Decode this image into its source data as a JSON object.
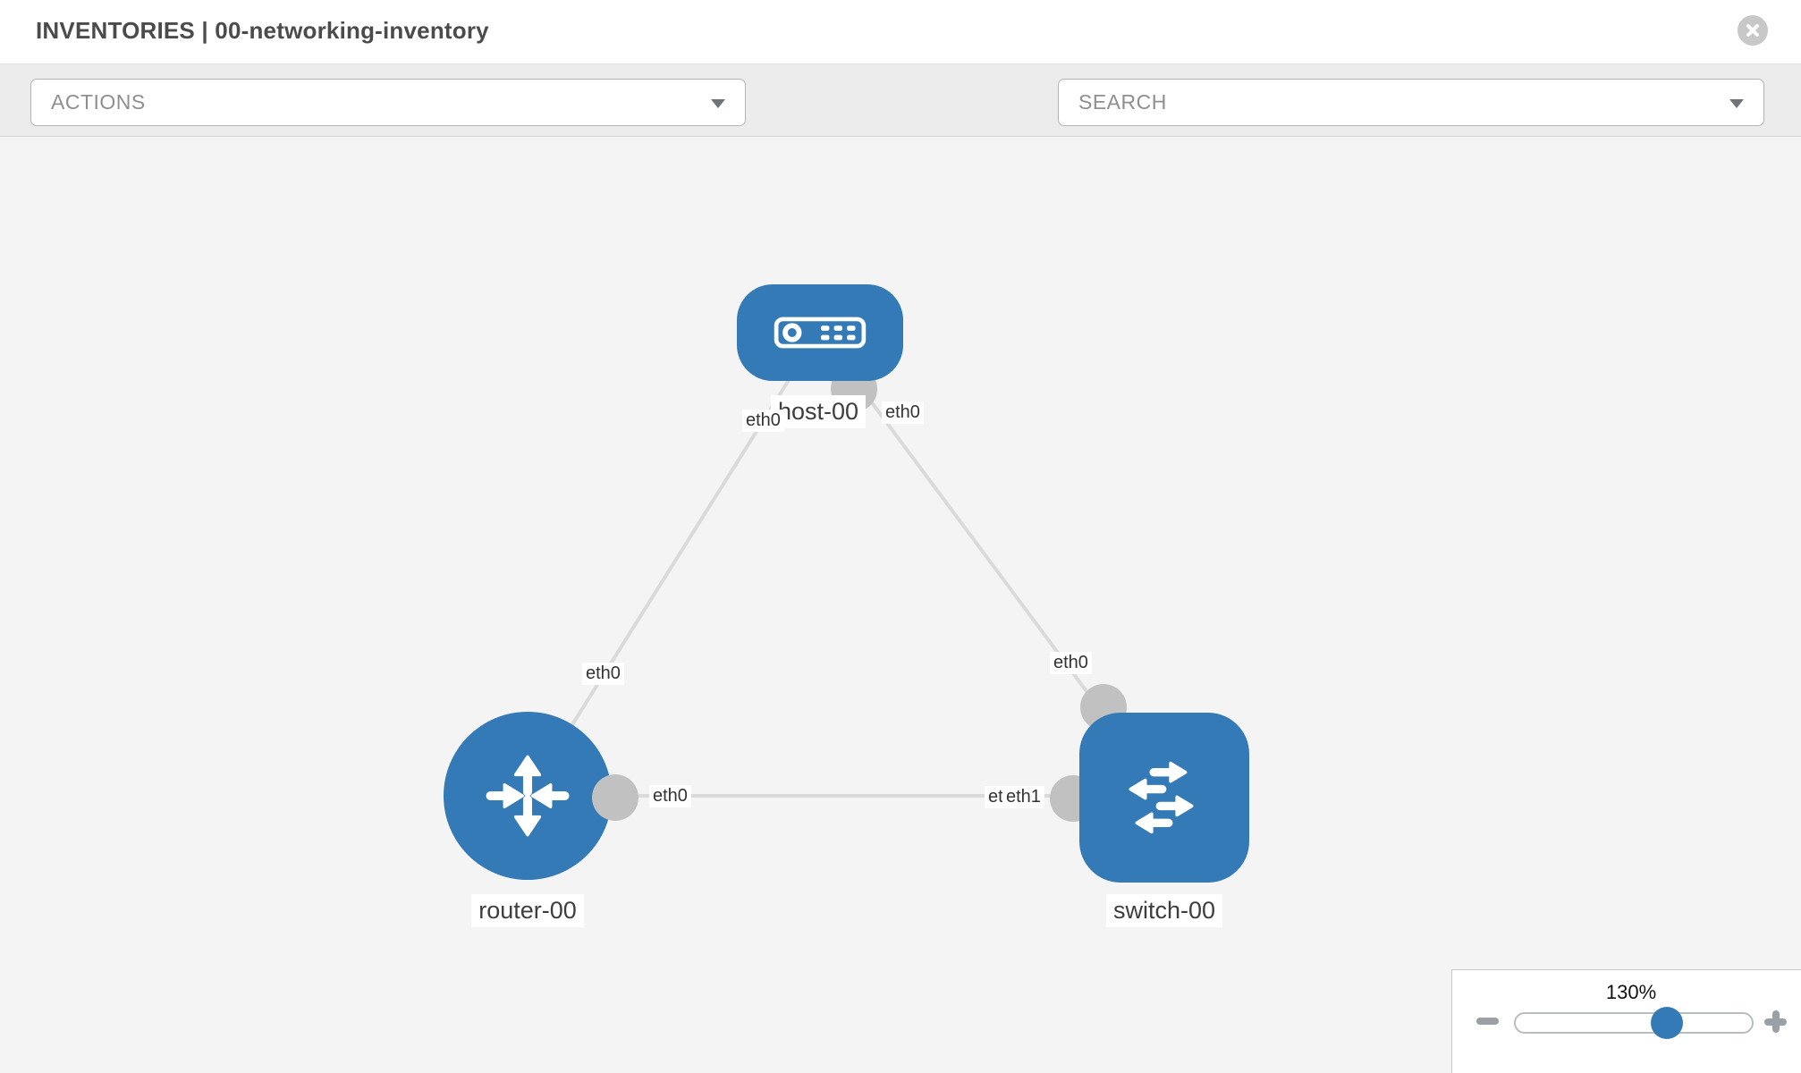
{
  "header": {
    "title": "INVENTORIES | 00-networking-inventory"
  },
  "toolbar": {
    "actions_placeholder": "ACTIONS",
    "search_placeholder": "SEARCH",
    "icons": [
      "wrench-icon",
      "key-icon"
    ]
  },
  "diagram": {
    "nodes": [
      {
        "id": "host-00",
        "label": "host-00",
        "type": "host",
        "shape": "rounded-rect",
        "icon": "server-icon"
      },
      {
        "id": "router-00",
        "label": "router-00",
        "type": "router",
        "shape": "circle",
        "icon": "router-arrows-icon"
      },
      {
        "id": "switch-00",
        "label": "switch-00",
        "type": "switch",
        "shape": "rounded-square",
        "icon": "switch-arrows-icon"
      }
    ],
    "links": [
      {
        "source": "host-00",
        "target": "router-00",
        "source_label": "eth0",
        "target_label": "eth0"
      },
      {
        "source": "host-00",
        "target": "switch-00",
        "source_label": "eth0",
        "target_label": "eth0"
      },
      {
        "source": "router-00",
        "target": "switch-00",
        "source_label": "eth0",
        "target_labels": [
          "eth0",
          "eth1"
        ]
      }
    ],
    "colors": {
      "node_blue": "#337ab7",
      "link_gray": "#dadada",
      "interface_gray": "#c1c1c1",
      "canvas_bg": "#f4f4f4"
    }
  },
  "zoom_control": {
    "level": "130%"
  }
}
